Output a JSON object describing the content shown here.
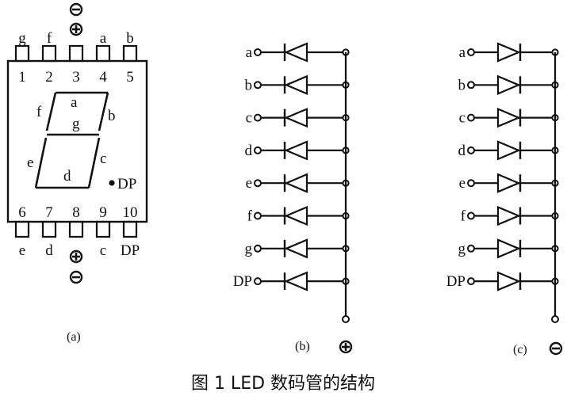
{
  "panel_a": {
    "top_pins": [
      {
        "letter": "g",
        "num": "1"
      },
      {
        "letter": "f",
        "num": "2"
      },
      {
        "letter": "",
        "num": "3"
      },
      {
        "letter": "a",
        "num": "4"
      },
      {
        "letter": "b",
        "num": "5"
      }
    ],
    "bottom_pins": [
      {
        "letter": "e",
        "num": "6"
      },
      {
        "letter": "d",
        "num": "7"
      },
      {
        "letter": "",
        "num": "8"
      },
      {
        "letter": "c",
        "num": "9"
      },
      {
        "letter": "DP",
        "num": "10"
      }
    ],
    "segments": {
      "a": "a",
      "b": "b",
      "c": "c",
      "d": "d",
      "e": "e",
      "f": "f",
      "g": "g",
      "dp": "DP"
    },
    "label": "(a)"
  },
  "panel_b": {
    "rows": [
      "a",
      "b",
      "c",
      "d",
      "e",
      "f",
      "g",
      "DP"
    ],
    "label": "(b)"
  },
  "panel_c": {
    "rows": [
      "a",
      "b",
      "c",
      "d",
      "e",
      "f",
      "g",
      "DP"
    ],
    "label": "(c)"
  },
  "caption": "图 1 LED 数码管的结构"
}
